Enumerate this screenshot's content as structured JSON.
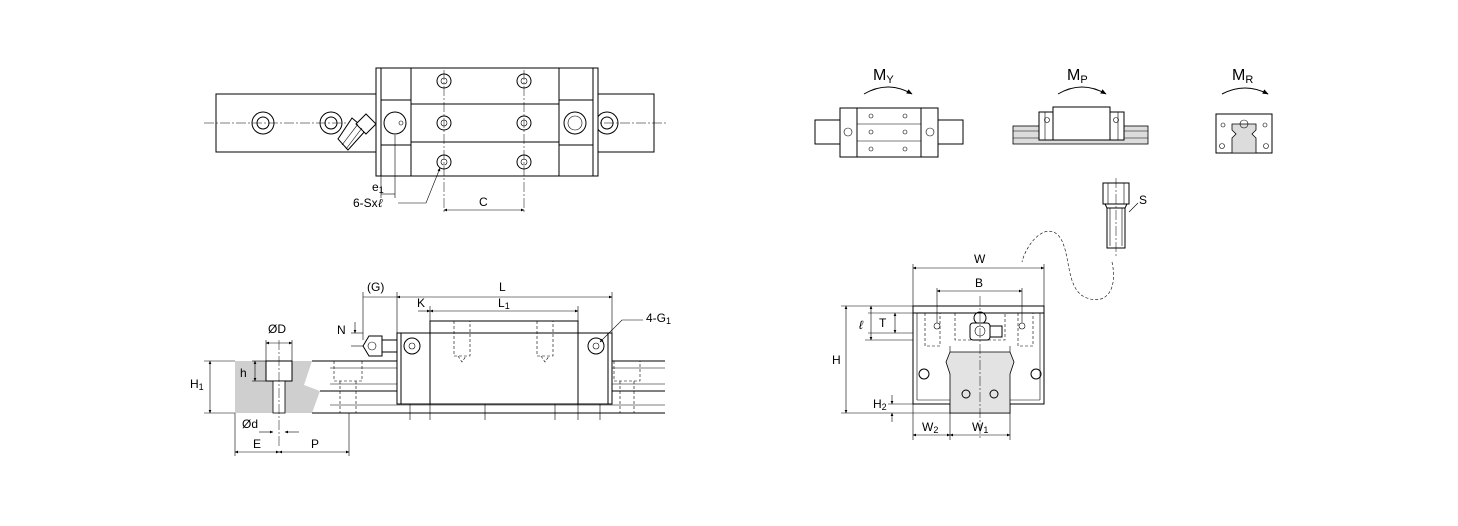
{
  "labels": {
    "e1": "e",
    "e1_sub": "1",
    "holes": "6-Sx",
    "holes_l": "ℓ",
    "c": "C",
    "g_paren": "(G)",
    "l": "L",
    "l1": "L",
    "l1_sub": "1",
    "k": "K",
    "g1": "4-G",
    "g1_sub": "1",
    "n": "N",
    "od": "ØD",
    "h": "h",
    "h1": "H",
    "h1_sub": "1",
    "od_small": "Ød",
    "e": "E",
    "p": "P",
    "my": "M",
    "my_sub": "Y",
    "mp": "M",
    "mp_sub": "P",
    "mr": "M",
    "mr_sub": "R",
    "s": "S",
    "w": "W",
    "b": "B",
    "t": "T",
    "l_small": "ℓ",
    "hh": "H",
    "h2": "H",
    "h2_sub": "2",
    "w2": "W",
    "w2_sub": "2",
    "w1": "W",
    "w1_sub": "1"
  }
}
